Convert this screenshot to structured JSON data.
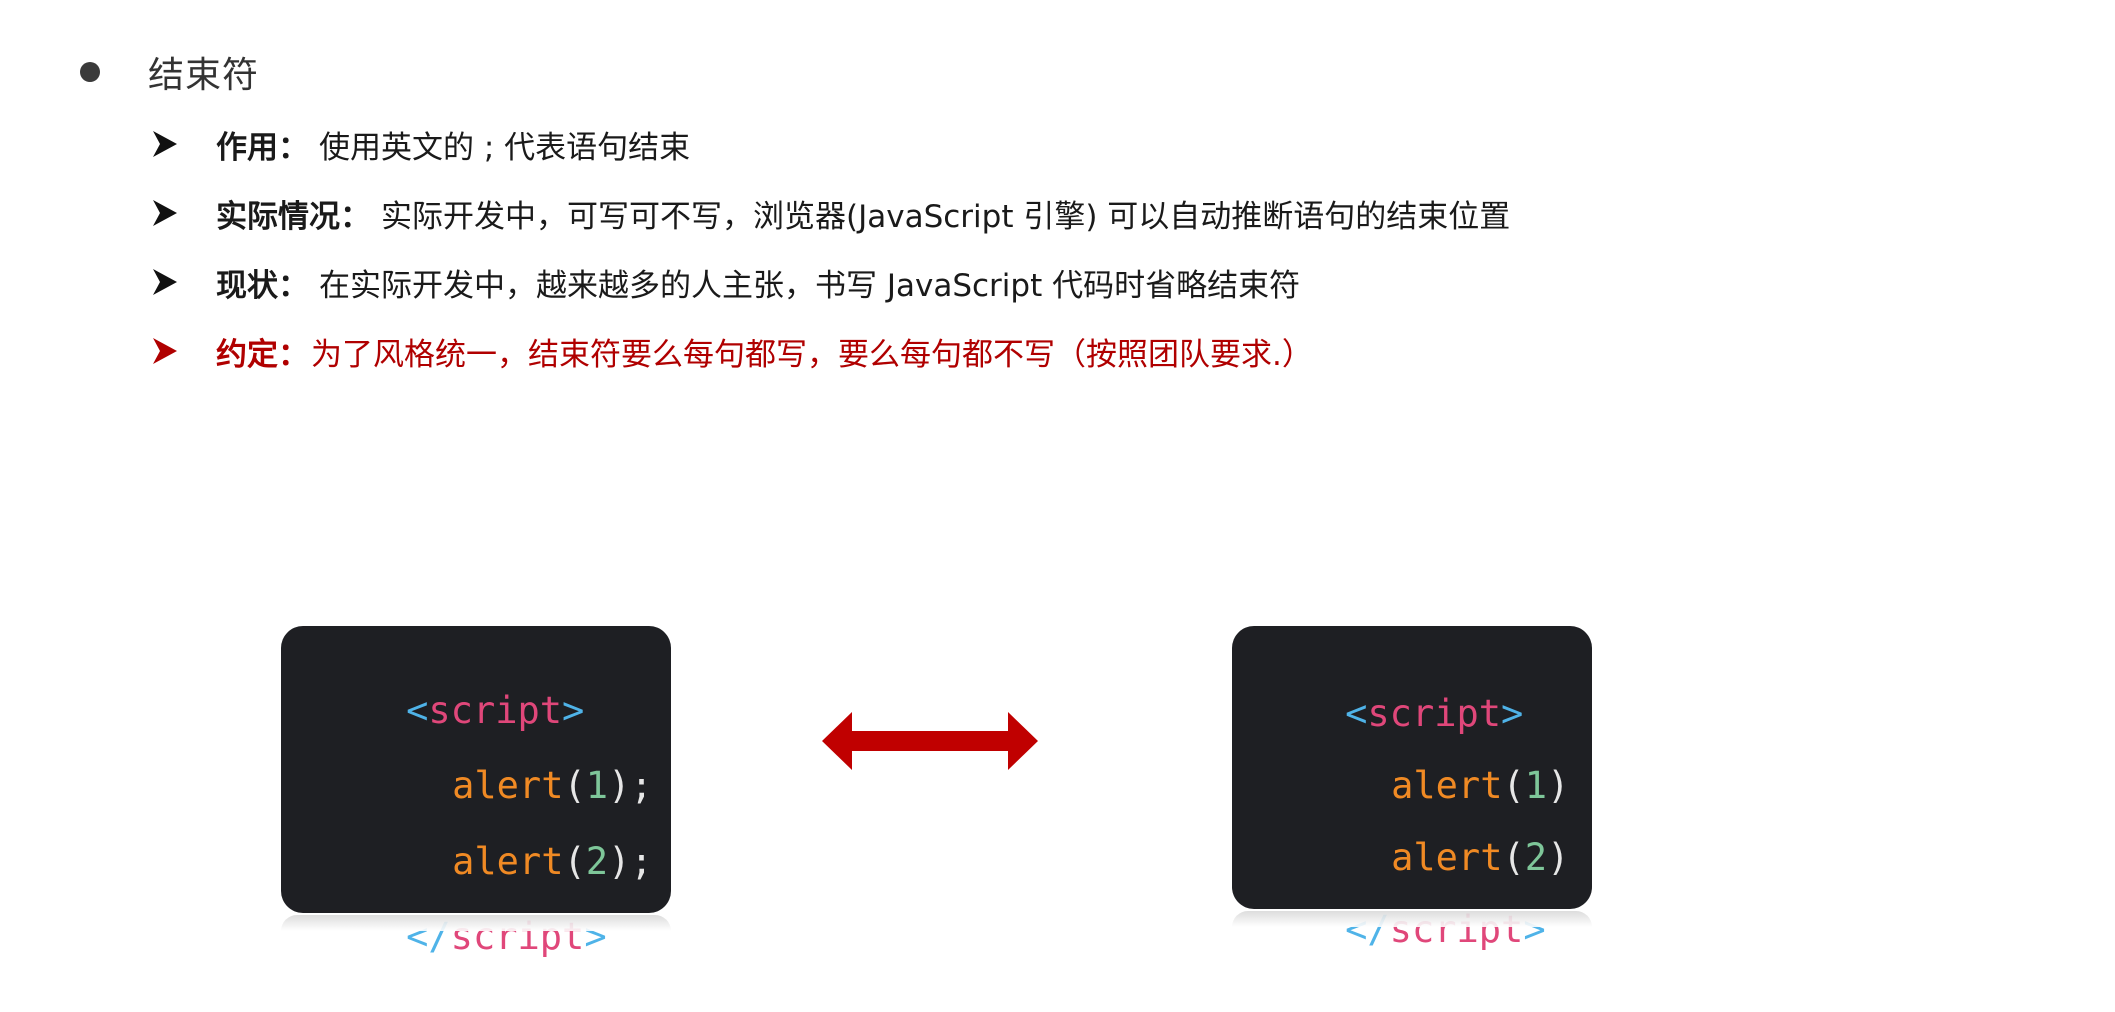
{
  "section": {
    "title": "结束符"
  },
  "items": [
    {
      "label": "作用：",
      "text": "使用英文的 ; 代表语句结束"
    },
    {
      "label": "实际情况：",
      "text": " 实际开发中，可写可不写，浏览器(JavaScript 引擎) 可以自动推断语句的结束位置"
    },
    {
      "label": "现状：",
      "text": " 在实际开发中，越来越多的人主张，书写 JavaScript 代码时省略结束符"
    },
    {
      "label": "约定：",
      "text": "为了风格统一，结束符要么每句都写，要么每句都不写（按照团队要求.）"
    }
  ],
  "code_left": {
    "open_lt": "<",
    "open_tag": "script",
    "open_gt": ">",
    "line1_fn": "alert",
    "line1_open": "(",
    "line1_num": "1",
    "line1_close": ");",
    "line2_fn": "alert",
    "line2_open": "(",
    "line2_num": "2",
    "line2_close": ");",
    "close_lt": "</",
    "close_tag": "script",
    "close_gt": ">"
  },
  "code_right": {
    "open_lt": "<",
    "open_tag": "script",
    "open_gt": ">",
    "line1_fn": "alert",
    "line1_open": "(",
    "line1_num": "1",
    "line1_close": ")",
    "line2_fn": "alert",
    "line2_open": "(",
    "line2_num": "2",
    "line2_close": ")",
    "close_lt": "</",
    "close_tag": "script",
    "close_gt": ">"
  },
  "colors": {
    "accent_red": "#b00000",
    "code_bg": "#1e1f23",
    "tag_bracket": "#4fb3e8",
    "tag_name": "#e0477a",
    "function_name": "#f08a24",
    "number": "#7ec699"
  },
  "icons": {
    "bullet": "filled-circle-icon",
    "item_marker": "arrowhead-right-icon",
    "compare": "double-headed-arrow-icon"
  }
}
